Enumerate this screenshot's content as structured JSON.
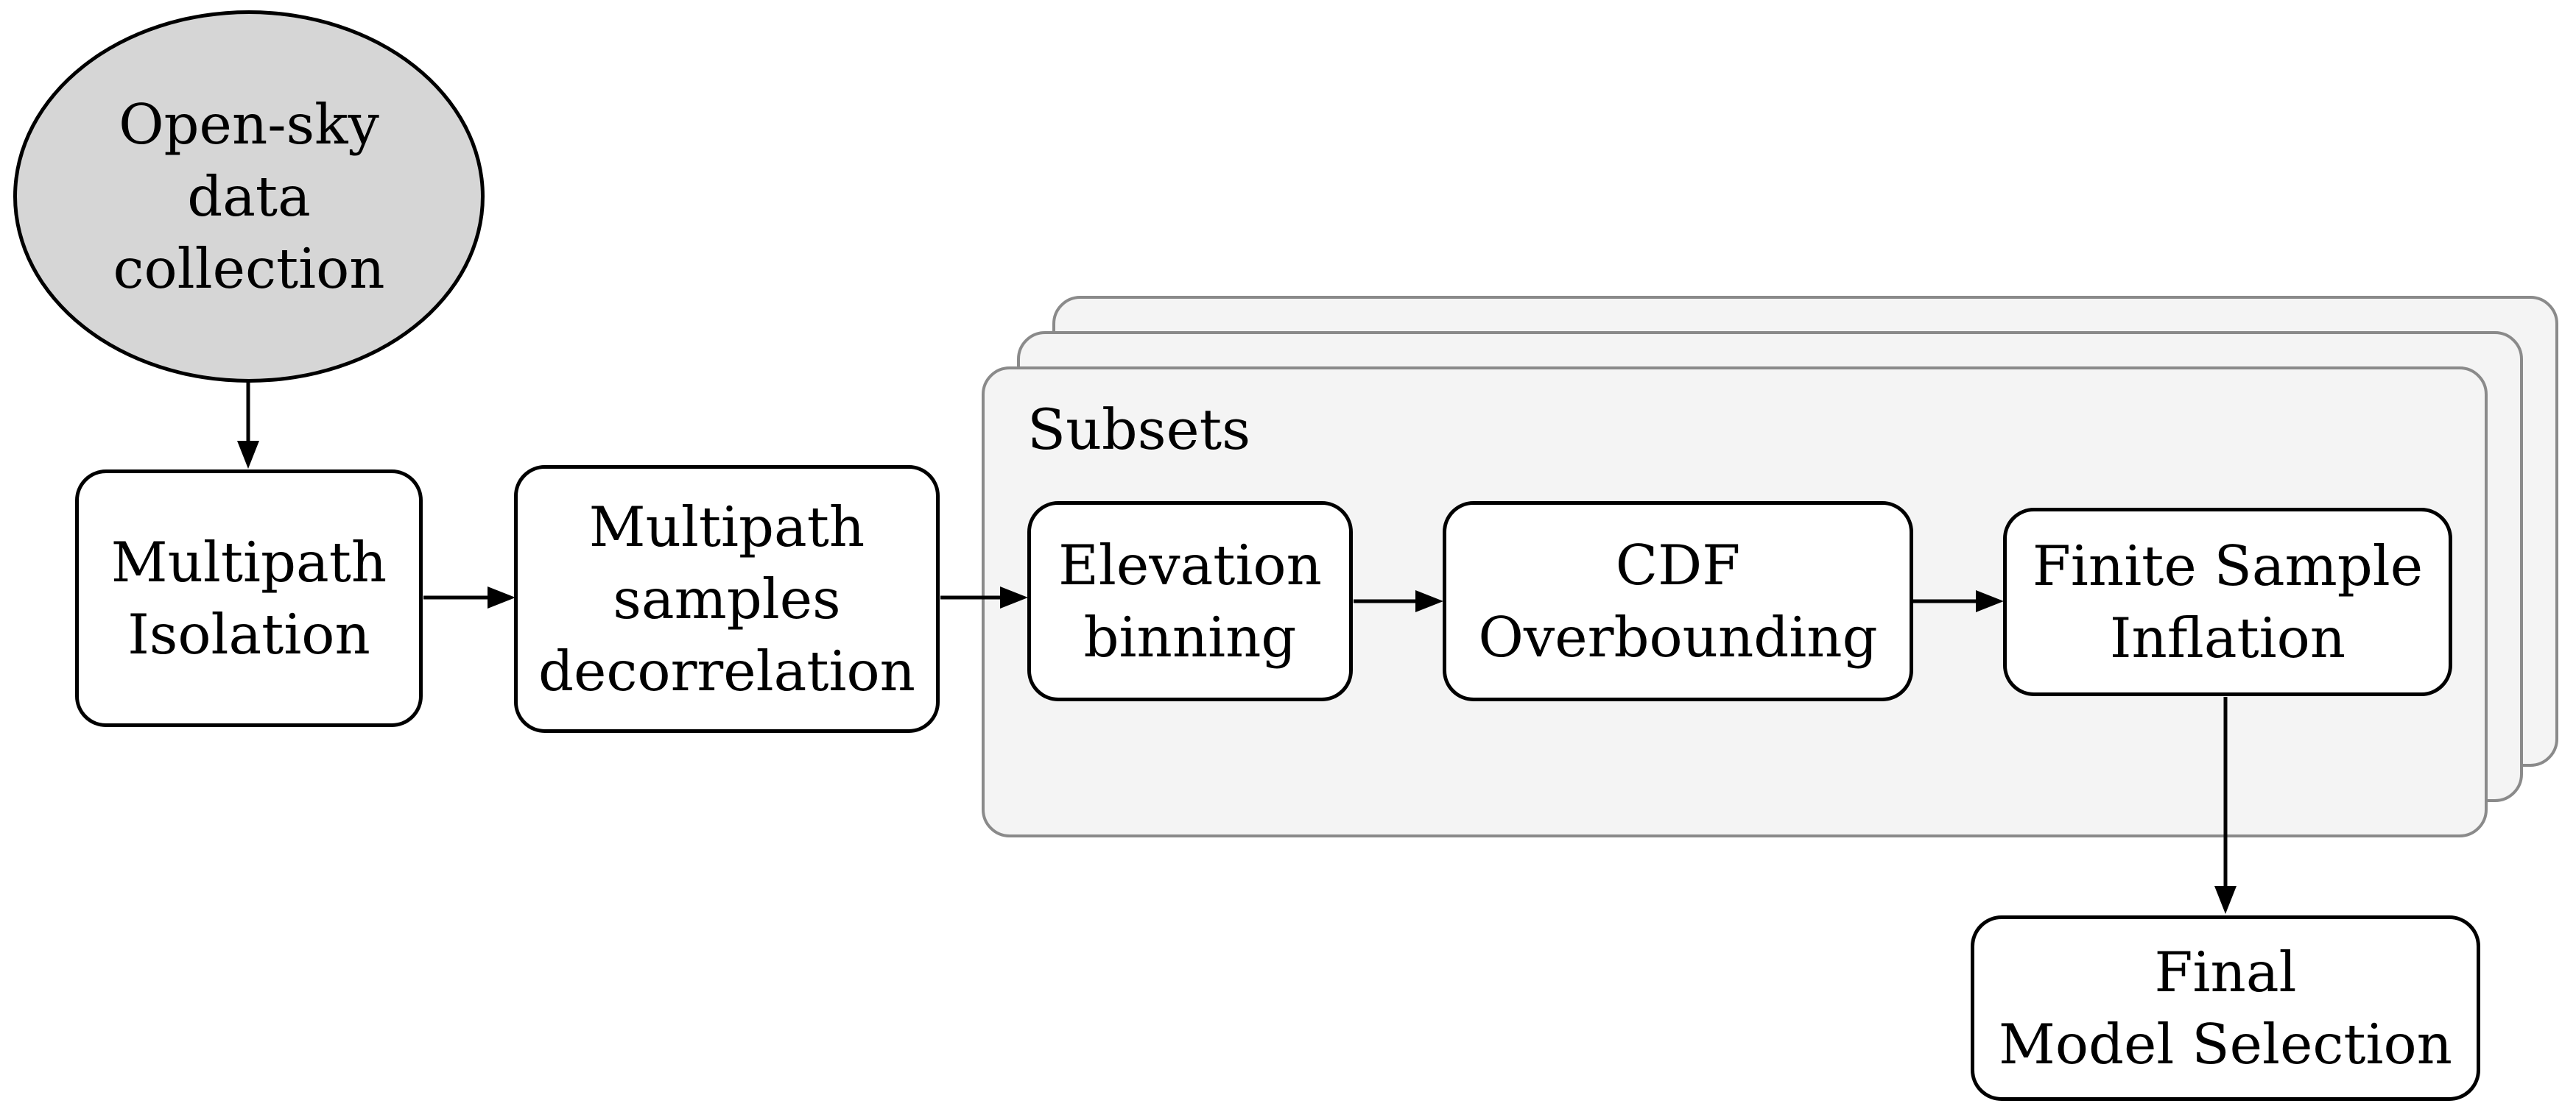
{
  "diagram": {
    "nodes": {
      "open_sky": "Open-sky\ndata\ncollection",
      "multipath_isolation": "Multipath\nIsolation",
      "multipath_samples_decorrelation": "Multipath\nsamples\ndecorrelation",
      "subsets_label": "Subsets",
      "elevation_binning": "Elevation\nbinning",
      "cdf_overbounding": "CDF\nOverbounding",
      "finite_sample_inflation": "Finite Sample\nInflation",
      "final_model_selection": "Final\nModel Selection"
    },
    "flow": [
      "open_sky -> multipath_isolation",
      "multipath_isolation -> multipath_samples_decorrelation",
      "multipath_samples_decorrelation -> elevation_binning",
      "elevation_binning -> cdf_overbounding",
      "cdf_overbounding -> finite_sample_inflation",
      "finite_sample_inflation -> final_model_selection"
    ],
    "colors": {
      "background": "#ffffff",
      "ellipse_fill": "#d6d6d6",
      "panel_fill": "#f4f4f4",
      "panel_border": "#8a8a8a",
      "node_fill": "#ffffff",
      "node_border": "#000000",
      "text": "#000000"
    }
  }
}
